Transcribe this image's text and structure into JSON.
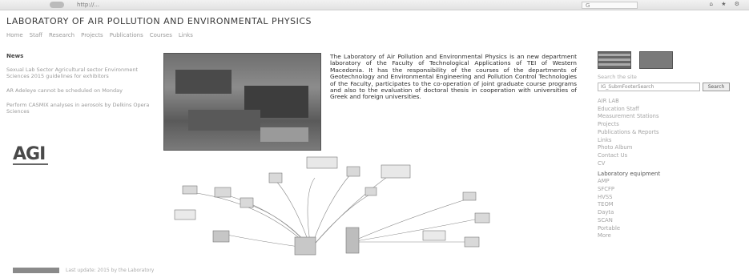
{
  "browser": {
    "address": "http://...",
    "search_placeholder": "G"
  },
  "site": {
    "title": "LABORATORY OF AIR POLLUTION AND ENVIRONMENTAL PHYSICS",
    "nav": [
      "Home",
      "Staff",
      "Research",
      "Projects",
      "Publications",
      "Courses",
      "Links"
    ]
  },
  "news": {
    "heading": "News",
    "items": [
      "Sexual Lab Sector Agricultural sector Environment Sciences 2015 guidelines for exhibitors",
      "AR Adeleye cannot be scheduled on Monday",
      "Perform CASMIX analyses in aerosols by Delkins Opera Sciences"
    ]
  },
  "logo": {
    "text": "AGI"
  },
  "intro": {
    "text": "The Laboratory of Air Pollution and Environmental Physics is an new department laboratory of the Faculty of Technological Applications of TEI of Western Macedonia. It has the responsibility of the courses of the departments of Geotechnology and Environmental Engineering and Pollution Control Technologies of the Faculty, participates to the co-operation of joint graduate course programs and also to the evaluation of doctoral thesis in cooperation with universities of Greek and foreign universities."
  },
  "sidebar": {
    "search_label": "Search the site",
    "search_value": "IG_SubmFooterSearch",
    "search_button": "Search",
    "menu": [
      "AIR LAB",
      "Education Staff",
      "Measurement Stations",
      "Projects",
      "Publications & Reports",
      "Links",
      "Photo Album",
      "Contact Us",
      "CV"
    ],
    "equipment_heading": "Laboratory equipment",
    "equipment": [
      "AMP",
      "SFCFP",
      "HVSS",
      "TEOM",
      "Dayta",
      "SCAN",
      "Portable",
      "More"
    ]
  },
  "footer": {
    "copyright": "Last update: 2015 by the Laboratory"
  }
}
